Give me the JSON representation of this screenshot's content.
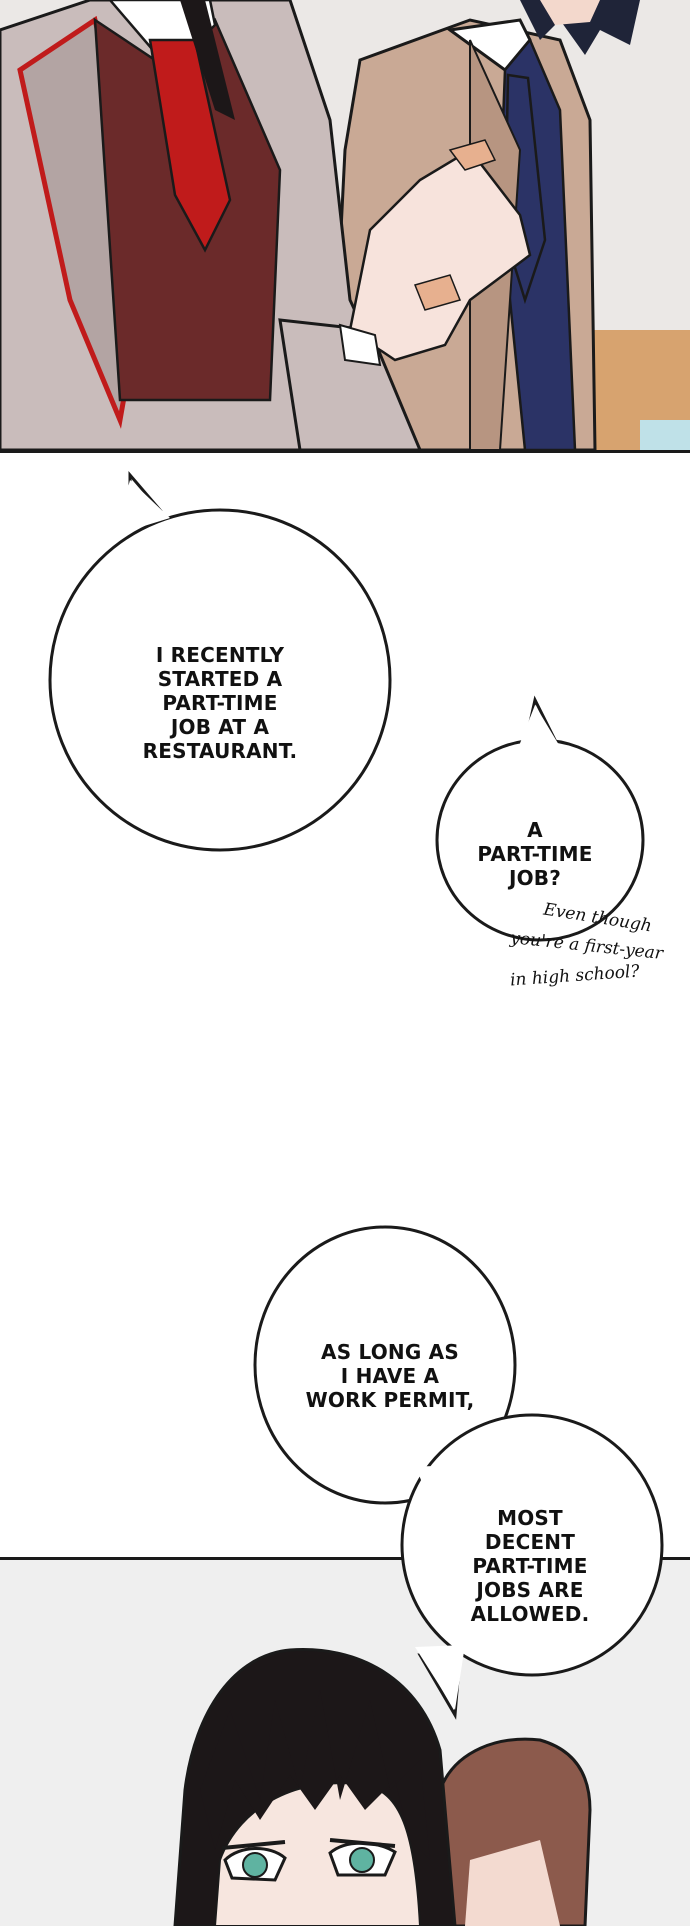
{
  "panels": {
    "top": {
      "figures": [
        "black-haired-girl-in-blazer",
        "boy-in-beige-blazer"
      ]
    },
    "bottom": {
      "figures": [
        "black-haired-girl-in-blazer",
        "brown-haired-girl"
      ]
    }
  },
  "bubbles": {
    "restaurant": "I RECENTLY\nSTARTED A\nPART-TIME\nJOB AT A\nRESTAURANT.",
    "question": "A\nPART-TIME\nJOB?",
    "permit": "AS LONG AS\nI HAVE A\nWORK PERMIT,",
    "allowed": "MOST\nDECENT\nPART-TIME\nJOBS ARE\nALLOWED."
  },
  "aside": {
    "line1": "Even though",
    "line2": "you're a first-year",
    "line3": "in high school?"
  },
  "colors": {
    "outline": "#1a1a1a",
    "bubble_fill": "#ffffff",
    "blazer_grey": "#c9bcbb",
    "blazer_beige": "#c4a590",
    "vest_red": "#6b2a2a",
    "tie_red": "#c01b1b",
    "tie_navy": "#2b3366",
    "hair_black": "#1c1718",
    "hair_brown": "#8c5a4c",
    "eye_green": "#5fb3a1"
  }
}
